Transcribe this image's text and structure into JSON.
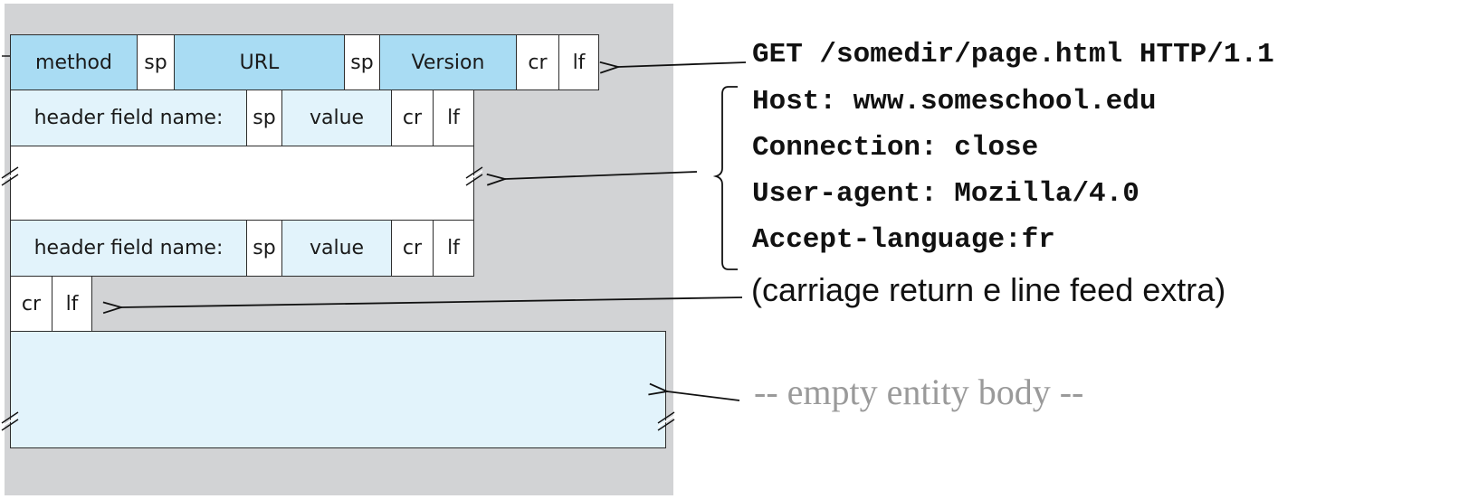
{
  "request_line": {
    "fields": [
      "method",
      "sp",
      "URL",
      "sp",
      "Version",
      "cr",
      "lf"
    ]
  },
  "header_line_1": {
    "fields": [
      "header field name:",
      "sp",
      "value",
      "cr",
      "lf"
    ]
  },
  "header_line_2": {
    "fields": [
      "header field name:",
      "sp",
      "value",
      "cr",
      "lf"
    ]
  },
  "blank_line": {
    "fields": [
      "cr",
      "lf"
    ]
  },
  "example": {
    "request_line": "GET /somedir/page.html HTTP/1.1",
    "headers": [
      "Host: www.someschool.edu",
      "Connection: close",
      "User-agent: Mozilla/4.0",
      "Accept-language:fr"
    ],
    "blank_line_note": "(carriage return e line feed extra)",
    "body_note": "-- empty entity body --"
  },
  "colors": {
    "panel": "#d2d3d5",
    "request_field": "#a9dcf3",
    "header_field": "#e2f3fb",
    "plain_field": "#ffffff"
  }
}
